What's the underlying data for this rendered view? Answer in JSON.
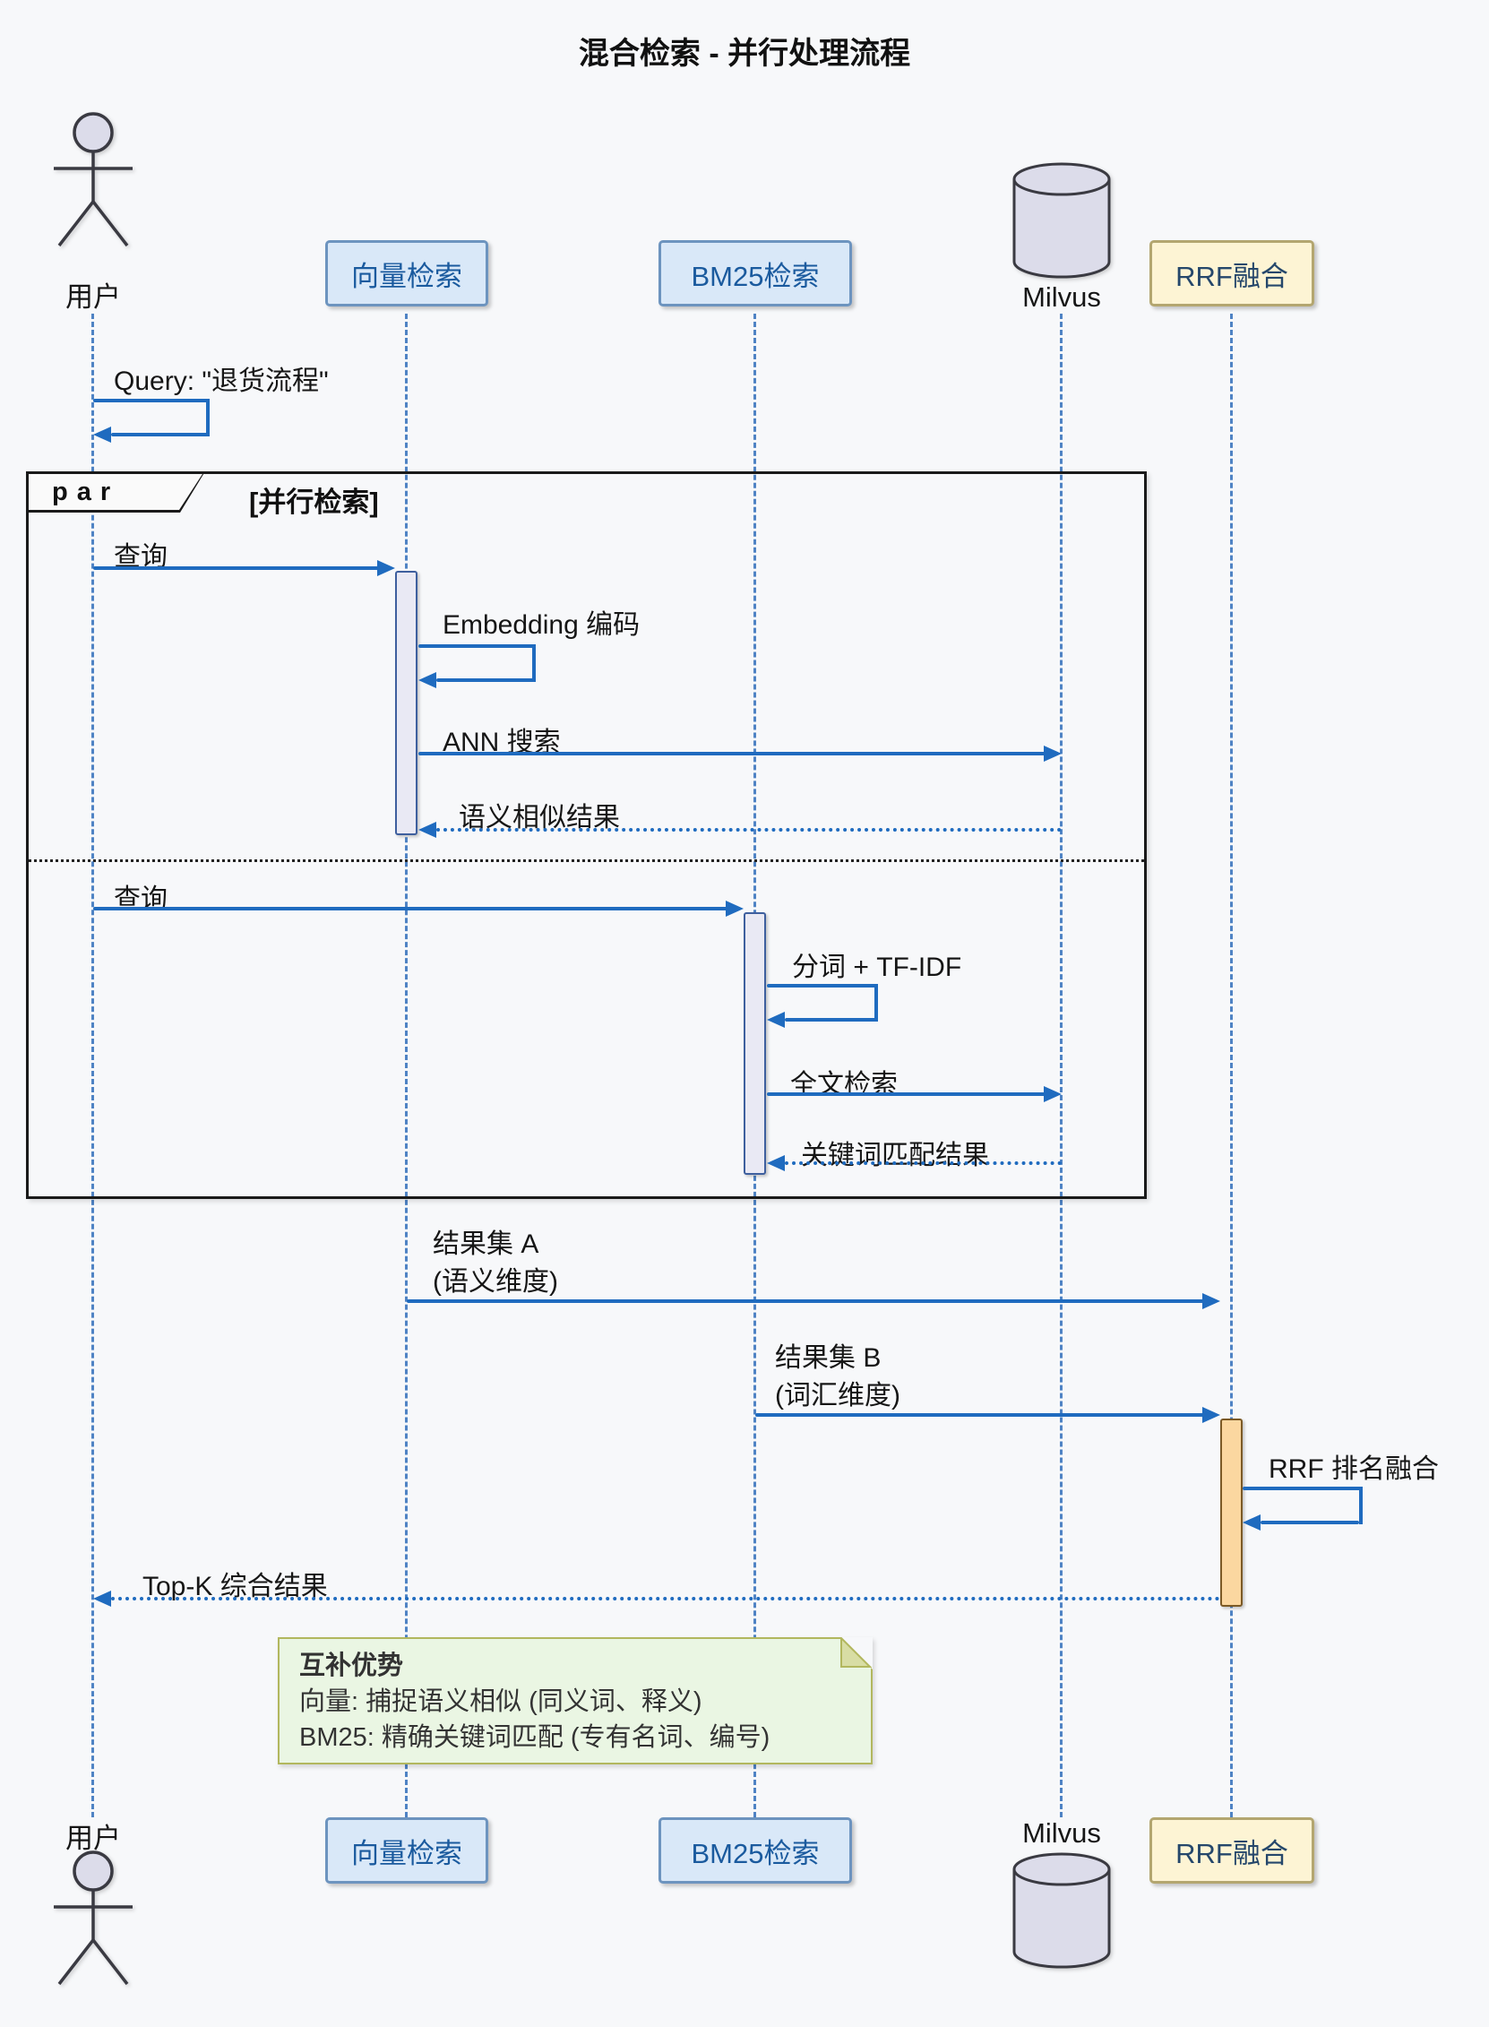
{
  "title": "混合检索 - 并行处理流程",
  "participants": {
    "user": "用户",
    "vector": "向量检索",
    "bm25": "BM25检索",
    "milvus": "Milvus",
    "rrf": "RRF融合"
  },
  "par": {
    "label": "par",
    "guard": "[并行检索]"
  },
  "messages": {
    "query_self": "Query: \"退货流程\"",
    "query1": "查询",
    "embedding": "Embedding 编码",
    "ann": "ANN 搜索",
    "semantic_result": "语义相似结果",
    "query2": "查询",
    "tokenize": "分词 + TF-IDF",
    "fulltext": "全文检索",
    "keyword_result": "关键词匹配结果",
    "result_a": "结果集 A",
    "result_a_sub": "(语义维度)",
    "result_b": "结果集 B",
    "result_b_sub": "(词汇维度)",
    "rrf_self": "RRF 排名融合",
    "topk": "Top-K 综合结果"
  },
  "note": {
    "title": "互补优势",
    "lines": [
      "向量: 捕捉语义相似 (同义词、释义)",
      "BM25: 精确关键词匹配 (专有名词、编号)"
    ]
  },
  "colors": {
    "background": "#f7f8fa",
    "arrow": "#1f6bbf",
    "lifeline": "#4f83c4",
    "participant_fill": "#d9e8f8",
    "participant_text": "#1a5a9e",
    "rrf_fill": "#fdf4d4",
    "activation_fill": "#e9e9f4",
    "rrf_activation_fill": "#fbd7a0",
    "note_fill": "#eaf6e3",
    "note_border": "#b2b75e"
  }
}
